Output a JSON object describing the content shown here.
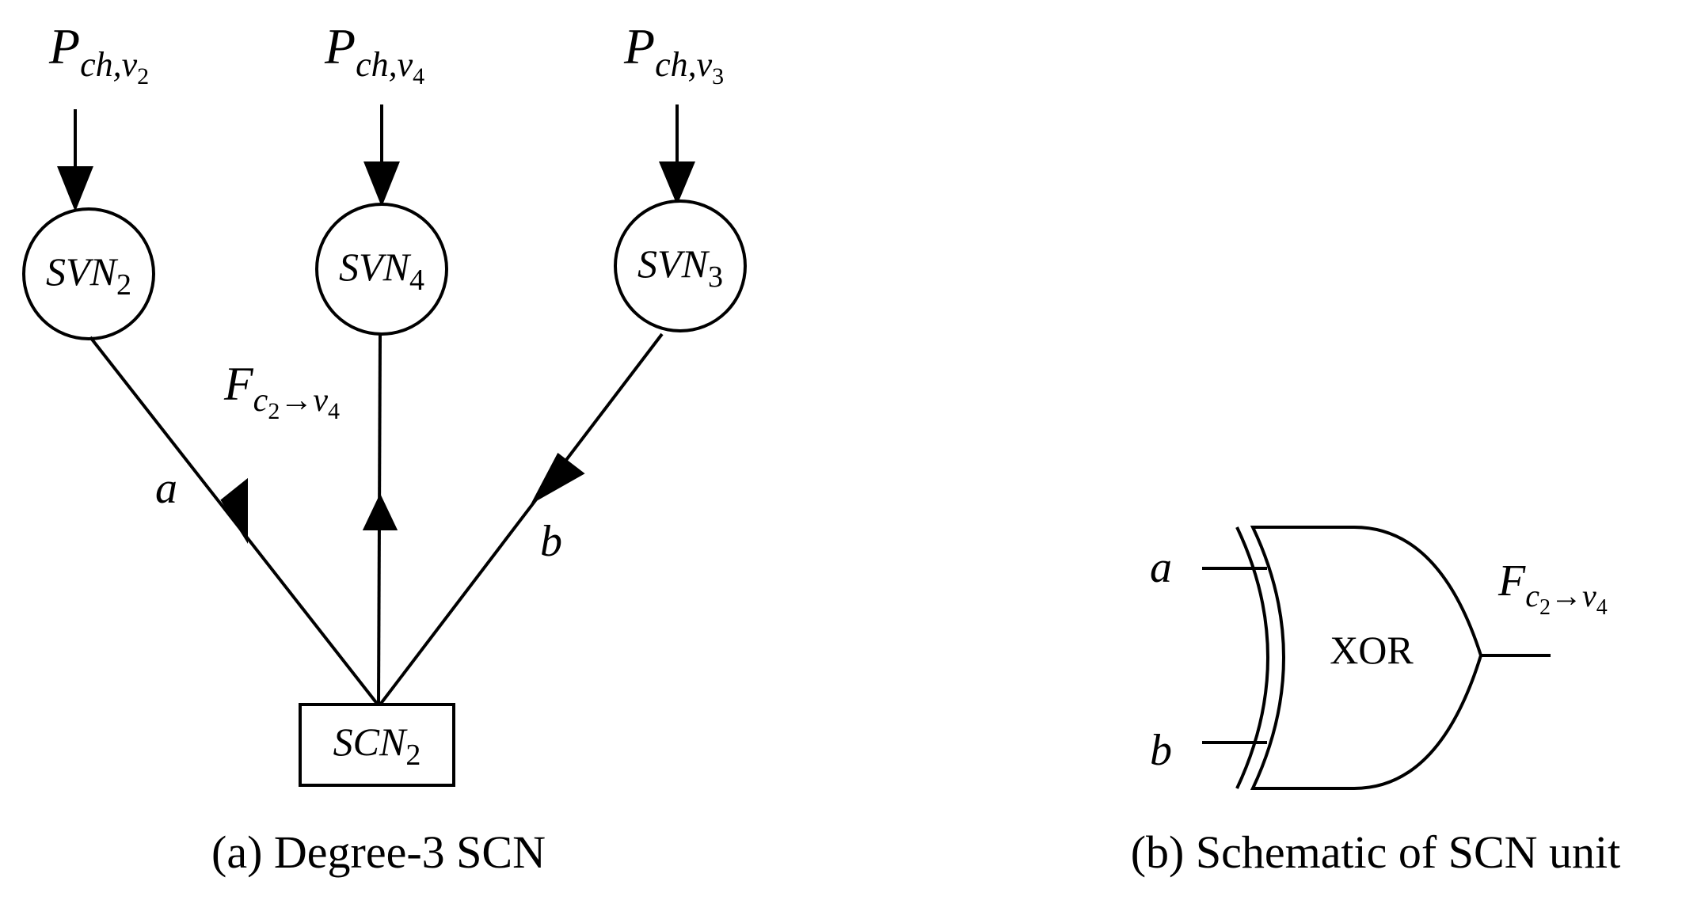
{
  "panel_a": {
    "caption": "(a) Degree-3 SCN",
    "inputs": [
      {
        "P": "P",
        "sub_pre": "ch,",
        "sub_var": "v",
        "sub_idx": "2"
      },
      {
        "P": "P",
        "sub_pre": "ch,",
        "sub_var": "v",
        "sub_idx": "4"
      },
      {
        "P": "P",
        "sub_pre": "ch,",
        "sub_var": "v",
        "sub_idx": "3"
      }
    ],
    "svn_nodes": [
      {
        "base": "SVN",
        "idx": "2"
      },
      {
        "base": "SVN",
        "idx": "4"
      },
      {
        "base": "SVN",
        "idx": "3"
      }
    ],
    "scn_node": {
      "base": "SCN",
      "idx": "2"
    },
    "edge_labels": {
      "a": "a",
      "b": "b",
      "output": {
        "F": "F",
        "c": "c",
        "c_idx": "2",
        "arrow": "→",
        "v": "v",
        "v_idx": "4"
      }
    }
  },
  "panel_b": {
    "caption": "(b) Schematic of SCN unit",
    "gate_label": "XOR",
    "input_a": "a",
    "input_b": "b",
    "output": {
      "F": "F",
      "c": "c",
      "c_idx": "2",
      "arrow": "→",
      "v": "v",
      "v_idx": "4"
    }
  }
}
